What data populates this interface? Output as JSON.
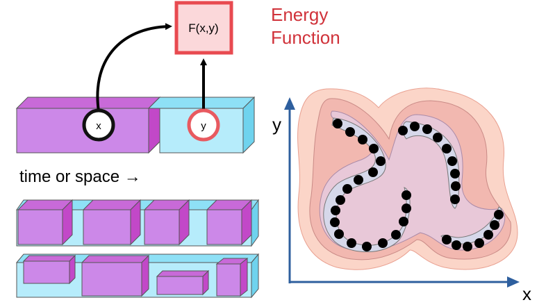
{
  "energy_box": {
    "label": "F(x,y)"
  },
  "energy_caption": {
    "line1": "Energy",
    "line2": "Function"
  },
  "nodes": {
    "x": "x",
    "y": "y"
  },
  "time_caption": "time or space →",
  "axes": {
    "x_label": "x",
    "y_label": "y"
  },
  "colors": {
    "accent_red": "#d0323a",
    "box_fill": "#fbd8da",
    "purple_face": "#cc88e8",
    "purple_side": "#c248c8",
    "purple_top": "#c86ad8",
    "cyan_face": "#b6ecfb",
    "cyan_top": "#8ee0f6",
    "cyan_side": "#6fd3ee",
    "axis_blue": "#2e5f9e",
    "contour_outer": "#fbd5c8",
    "contour_mid": "#f2b8b0",
    "contour_inner": "#e8c8d8",
    "contour_core": "#d6d8ea",
    "dot": "#000000"
  }
}
